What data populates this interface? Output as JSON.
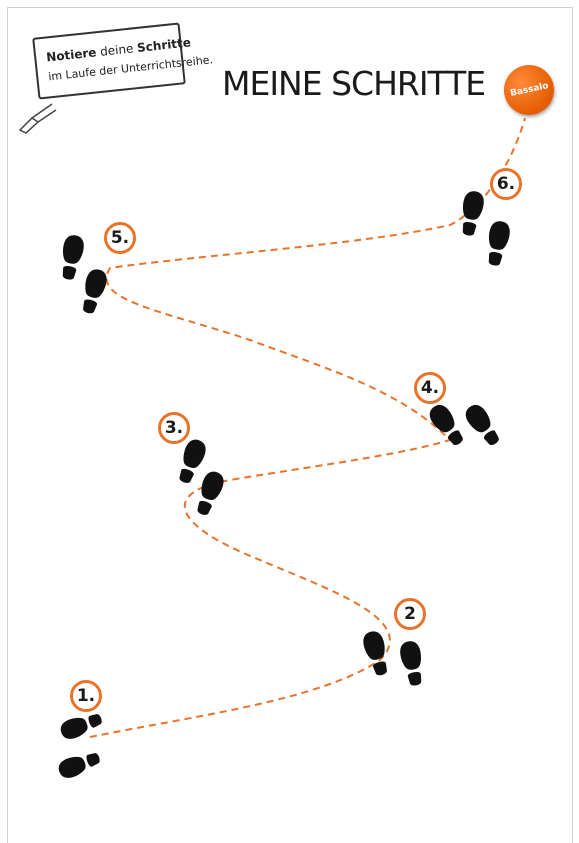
{
  "title": "MEINE SCHRITTE",
  "note": {
    "line1_bold_a": "Notiere",
    "line1_normal": "deine",
    "line1_bold_b": "Schritte",
    "line2": "im Laufe der Unterrichtsreihe."
  },
  "logo": {
    "text": "Bassalo",
    "color": "#e8732a"
  },
  "accent_color": "#e8732a",
  "steps": [
    {
      "label": "1."
    },
    {
      "label": "2"
    },
    {
      "label": "3."
    },
    {
      "label": "4."
    },
    {
      "label": "5."
    },
    {
      "label": "6."
    }
  ]
}
